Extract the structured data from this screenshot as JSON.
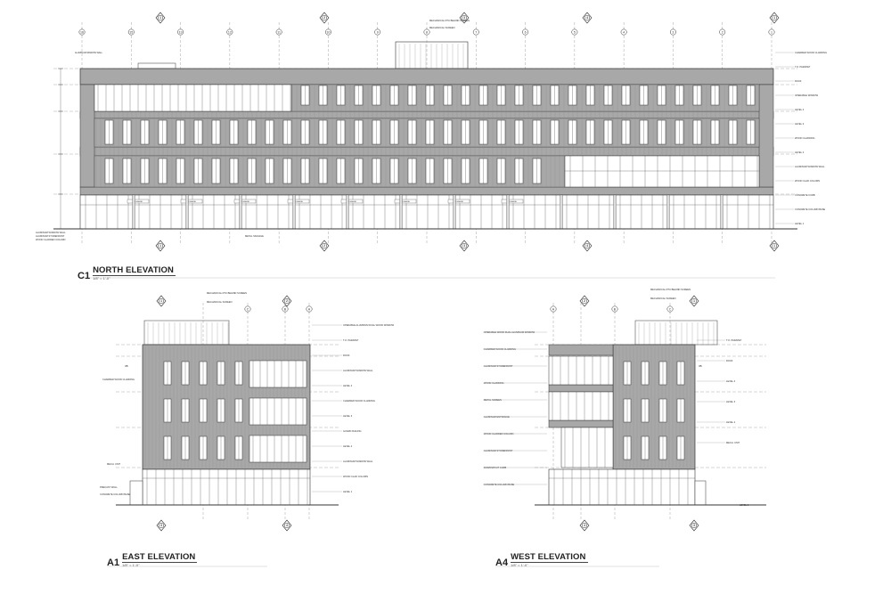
{
  "sheet": {
    "background": "#ffffff",
    "line_color": "#333333",
    "panel_fill": "#a8a8a8"
  },
  "north": {
    "code": "C1",
    "name": "NORTH ELEVATION",
    "scale": "1/8\" = 1'-0\"",
    "grid_labels": [
      "16",
      "15",
      "13",
      "12",
      "11",
      "10",
      "9",
      "8",
      "7",
      "6",
      "5",
      "4",
      "3",
      "2",
      "1"
    ],
    "section_marks": [
      "1",
      "2",
      "3",
      "4"
    ],
    "notes_right": [
      "CHARRED WOOD CLADDING",
      "T.O. PARAPET",
      "ROOF",
      "OPERABLE WINDOW",
      "LEVEL 4",
      "LEVEL 3",
      "WOOD CLADDING",
      "LEVEL 2",
      "ALUMINUM WINDOW WALL",
      "WOOD CLAD COLUMN",
      "CONCRETE CURB",
      "CONCRETE COLUMN BASE",
      "LEVEL 1"
    ],
    "notes_left": [
      "ALUMINUM WINDOW WALL",
      "ALUMINUM STOREFRONT",
      "WOOD CLADDED COLUMN"
    ],
    "note_bottom_mid": "METAL SIGNAGE",
    "note_top_screen": [
      "MECHANICAL RTU BEHIND SCREEN",
      "MECHANICAL SCREEN"
    ],
    "signage": "SIGNAGE"
  },
  "east": {
    "code": "A1",
    "name": "EAST ELEVATION",
    "scale": "1/8\" = 1'-0\"",
    "grid_labels": [
      "C",
      "B",
      "A"
    ],
    "notes_right": [
      "OPERABLE ALUMINUM DUAL WOOD WINDOW",
      "T.O. PARAPET",
      "ROOF",
      "ALUMINUM WINDOW WALL",
      "LEVEL 4",
      "CHARRED WOOD CLADDING",
      "LEVEL 3",
      "GUARD RAILING",
      "LEVEL 2",
      "ALUMINUM WINDOW WALL",
      "WOOD CLAD COLUMN",
      "LEVEL 1"
    ],
    "notes_left": [
      "CHARRED WOOD CLADDING",
      "MECH. UNIT",
      "PRECAST WALL",
      "CONCRETE COLUMN BASE"
    ],
    "note_top_screen": [
      "MECHANICAL RTU BEHIND SCREEN",
      "MECHANICAL SCREEN"
    ]
  },
  "west": {
    "code": "A4",
    "name": "WEST ELEVATION",
    "scale": "1/8\" = 1'-0\"",
    "grid_labels": [
      "A",
      "B",
      "C"
    ],
    "notes_left": [
      "OPERABLE WOOD DUAL ALUMINUM WINDOW",
      "CHARRED WOOD CLADDING",
      "ALUMINUM STOREFRONT",
      "WOOD CLADDING",
      "METAL SCREEN",
      "ALUMINUM ENTRANCE",
      "WOOD CLADDED COLUMN",
      "ALUMINUM STOREFRONT",
      "DOWNSPOUT CURB",
      "CONCRETE COLUMN BASE"
    ],
    "notes_right": [
      "T.O. PARAPET",
      "ROOF",
      "LEVEL 4",
      "LEVEL 3",
      "LEVEL 2",
      "MECH. UNIT",
      "LEVEL 1"
    ],
    "note_top_screen": [
      "MECHANICAL RTU BEHIND SCREEN",
      "MECHANICAL SCREEN"
    ]
  }
}
